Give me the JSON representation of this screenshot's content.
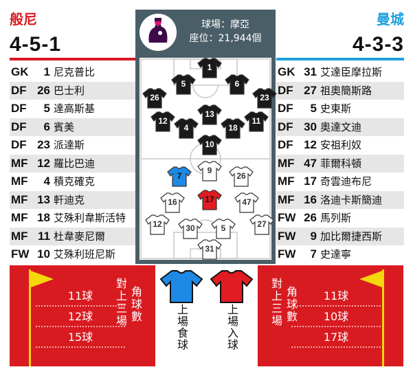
{
  "left_team": {
    "name": "般尼",
    "formation": "4-5-1",
    "players": [
      {
        "pos": "GK",
        "num": "1",
        "name": "尼克普比"
      },
      {
        "pos": "DF",
        "num": "26",
        "name": "巴士利"
      },
      {
        "pos": "DF",
        "num": "5",
        "name": "達高斯基"
      },
      {
        "pos": "DF",
        "num": "6",
        "name": "賓美"
      },
      {
        "pos": "DF",
        "num": "23",
        "name": "派達斯"
      },
      {
        "pos": "MF",
        "num": "12",
        "name": "羅比巴迪"
      },
      {
        "pos": "MF",
        "num": "4",
        "name": "積克確克"
      },
      {
        "pos": "MF",
        "num": "13",
        "name": "軒迪克"
      },
      {
        "pos": "MF",
        "num": "18",
        "name": "艾殊利韋斯活特"
      },
      {
        "pos": "MF",
        "num": "11",
        "name": "杜韋麥尼爾"
      },
      {
        "pos": "FW",
        "num": "10",
        "name": "艾殊利班尼斯"
      }
    ]
  },
  "right_team": {
    "name": "曼城",
    "formation": "4-3-3",
    "players": [
      {
        "pos": "GK",
        "num": "31",
        "name": "艾達臣摩拉斯"
      },
      {
        "pos": "DF",
        "num": "27",
        "name": "祖奧簡斯路"
      },
      {
        "pos": "DF",
        "num": "5",
        "name": "史東斯"
      },
      {
        "pos": "DF",
        "num": "30",
        "name": "奧達文迪"
      },
      {
        "pos": "DF",
        "num": "12",
        "name": "安祖利奴"
      },
      {
        "pos": "MF",
        "num": "47",
        "name": "菲爾科頓"
      },
      {
        "pos": "MF",
        "num": "17",
        "name": "奇雲迪布尼"
      },
      {
        "pos": "MF",
        "num": "16",
        "name": "洛迪卡斯簡迪"
      },
      {
        "pos": "FW",
        "num": "26",
        "name": "馬列斯"
      },
      {
        "pos": "FW",
        "num": "9",
        "name": "加比爾捷西斯"
      },
      {
        "pos": "FW",
        "num": "7",
        "name": "史達寧"
      }
    ]
  },
  "match_info": {
    "stadium": "球場：摩亞",
    "capacity": "座位：21,944個"
  },
  "pitch_numbers": {
    "left": [
      "1",
      "5",
      "6",
      "26",
      "23",
      "13",
      "12",
      "4",
      "18",
      "11",
      "10"
    ],
    "right": [
      "9",
      "7",
      "26",
      "16",
      "17",
      "47",
      "12",
      "30",
      "5",
      "27",
      "31"
    ]
  },
  "bottom": {
    "left_stats": [
      "11球",
      "12球",
      "15球"
    ],
    "right_stats": [
      "11球",
      "10球",
      "17球"
    ],
    "vs_label": "對上三場",
    "corner_label": "角球數",
    "conceded_label": "上場食球",
    "scored_label": "上場入球"
  },
  "colors": {
    "burnley_red": "#d81b21",
    "city_blue": "#1ea0dc",
    "pitch_frame": "#4a5e67",
    "flag_yellow": "#f5d70b"
  }
}
